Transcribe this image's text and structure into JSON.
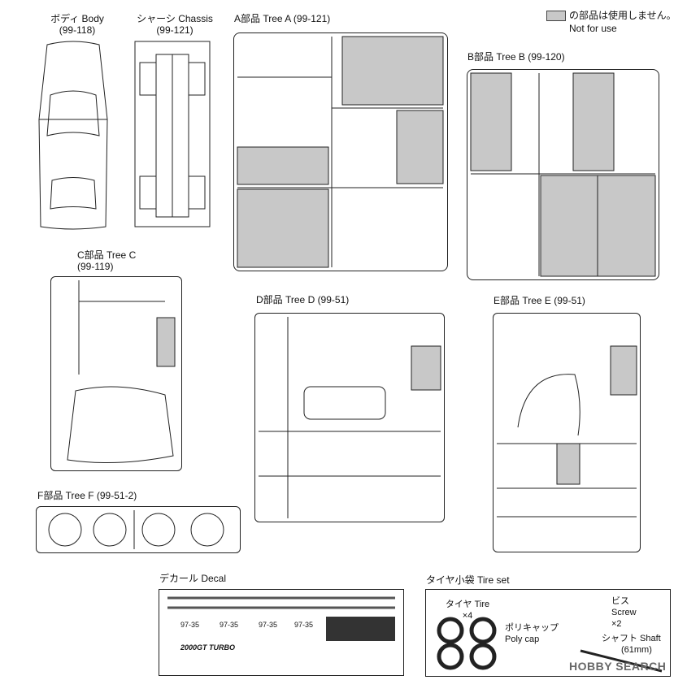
{
  "legend": {
    "line1": "の部品は使用しません。",
    "line2": "Not for use"
  },
  "body": {
    "title": "ボディ Body",
    "code": "(99-118)"
  },
  "chassis": {
    "title": "シャーシ Chassis",
    "code": "(99-121)"
  },
  "tree_a": {
    "title": "A部品 Tree A (99-121)"
  },
  "tree_b": {
    "title": "B部品 Tree B (99-120)"
  },
  "tree_c": {
    "title": "C部品 Tree C",
    "code": "(99-119)"
  },
  "tree_d": {
    "title": "D部品 Tree D (99-51)"
  },
  "tree_e": {
    "title": "E部品 Tree E (99-51)"
  },
  "tree_f": {
    "title": "F部品 Tree F (99-51-2)"
  },
  "decal": {
    "title": "デカール Decal",
    "plate": "97-35",
    "turbo": "2000GT TURBO"
  },
  "tire_set": {
    "title": "タイヤ小袋 Tire set",
    "tire_jp": "タイヤ Tire",
    "tire_qty": "×4",
    "screw_jp": "ビス",
    "screw_en": "Screw",
    "screw_qty": "×2",
    "polycap_jp": "ポリキャップ",
    "polycap_en": "Poly cap",
    "shaft": "シャフト Shaft",
    "shaft_len": "(61mm)"
  },
  "watermark": "HOBBY SEARCH",
  "colors": {
    "not_for_use": "#c8c8c8",
    "line": "#222222"
  }
}
